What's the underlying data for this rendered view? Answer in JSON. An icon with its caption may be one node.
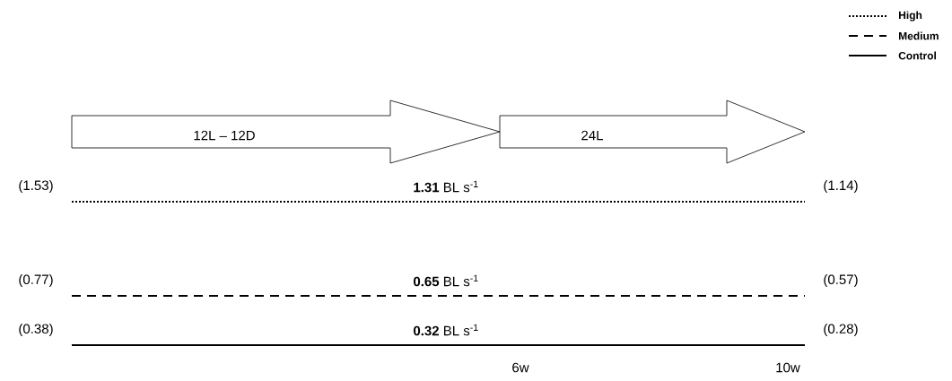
{
  "diagram": {
    "nodes": [
      {
        "text": [
          "12L – 12D"
        ]
      },
      {
        "text": [
          "24L"
        ]
      }
    ],
    "labels": [
      "(1.53)",
      "**1.31** BL s$^{-1}$",
      "(1.14)",
      "(0.77)",
      "**0.65** BL s$^{-1}$",
      "(0.57)",
      "(0.38)",
      "**0.32** BL s$^{-1}$",
      "(0.28)",
      "6w",
      "10w"
    ],
    "legend": [
      {
        "text": "High"
      },
      {
        "text": "Medium"
      },
      {
        "text": "Control"
      }
    ]
  }
}
